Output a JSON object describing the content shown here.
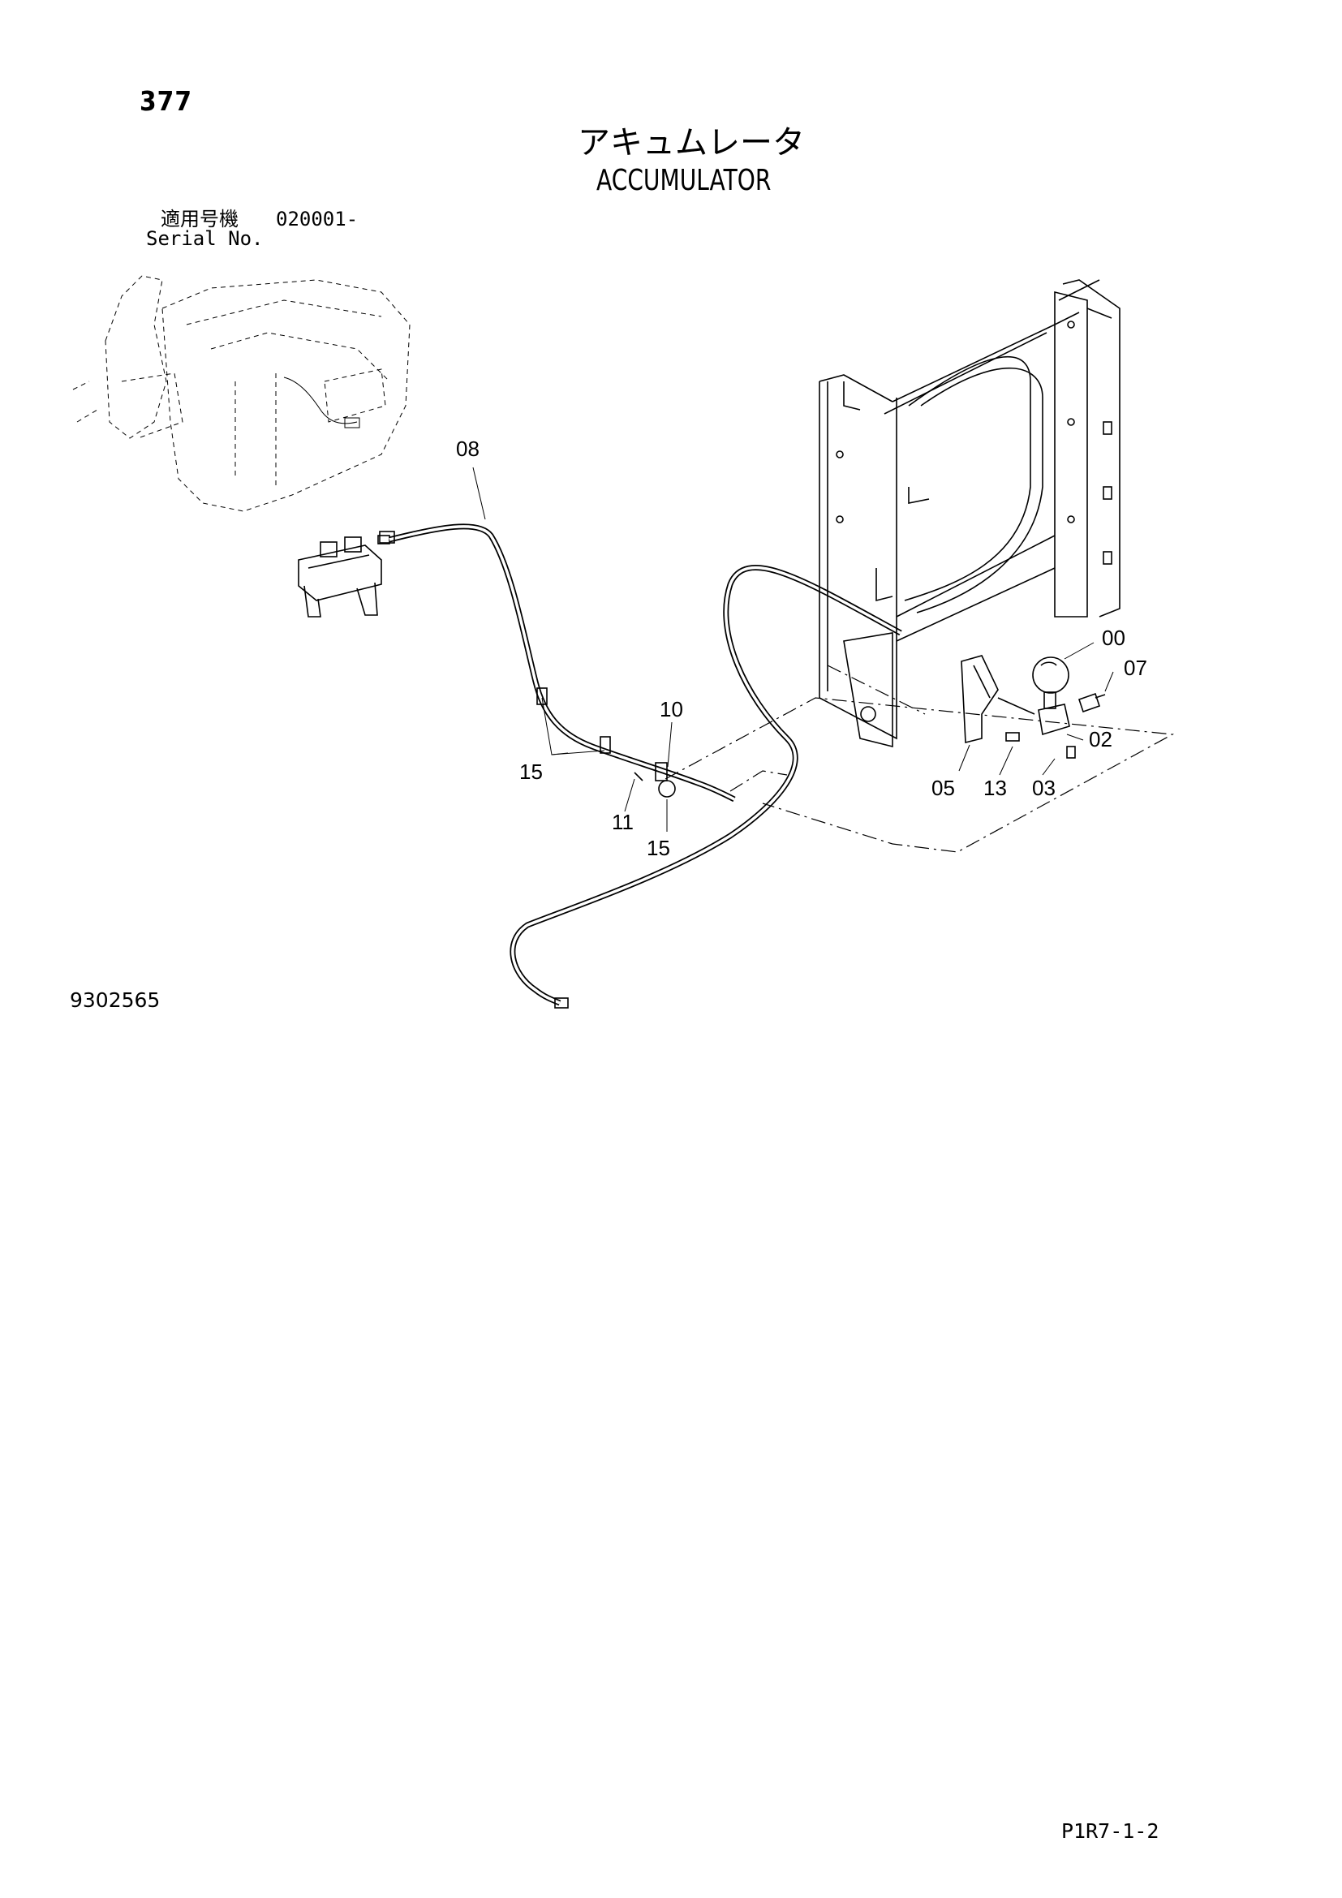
{
  "header": {
    "page_number": "377",
    "title_jp": "アキュムレータ",
    "title_en": "ACCUMULATOR"
  },
  "serial": {
    "label_jp": "適用号機",
    "value": "020001-",
    "label_en": "Serial No."
  },
  "callouts": [
    {
      "id": "00",
      "text": "00"
    },
    {
      "id": "07",
      "text": "07"
    },
    {
      "id": "02",
      "text": "02"
    },
    {
      "id": "05",
      "text": "05"
    },
    {
      "id": "13",
      "text": "13"
    },
    {
      "id": "03",
      "text": "03"
    },
    {
      "id": "08",
      "text": "08"
    },
    {
      "id": "10",
      "text": "10"
    },
    {
      "id": "15a",
      "text": "15"
    },
    {
      "id": "11",
      "text": "11"
    },
    {
      "id": "15b",
      "text": "15"
    }
  ],
  "footer": {
    "drawing_number": "9302565",
    "page_code": "P1R7-1-2"
  }
}
